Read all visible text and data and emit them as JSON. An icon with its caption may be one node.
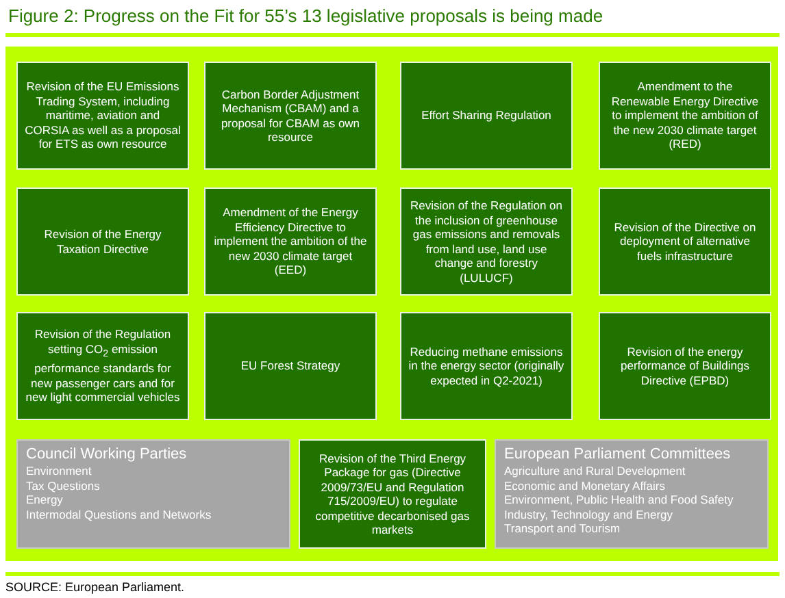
{
  "diagram": {
    "title": "Figure 2: Progress on the Fit for 55’s 13 legislative proposals is being made",
    "caption": "SOURCE: European Parliament.",
    "nodes": [
      {
        "text": [
          "Revision of the EU Emissions Trading System, including maritime, aviation and CORSIA as well as a proposal for ETS as own resource"
        ]
      },
      {
        "text": [
          "Carbon Border Adjustment Mechanism (CBAM) and a proposal for CBAM as own resource"
        ]
      },
      {
        "text": [
          "Effort Sharing Regulation"
        ]
      },
      {
        "text": [
          "Amendment to the Renewable Energy Directive to implement the ambition of the new 2030 climate target (RED)"
        ]
      },
      {
        "text": [
          "Revision of the Energy Taxation Directive"
        ]
      },
      {
        "text": [
          "Amendment of the Energy Efficiency Directive to implement the ambition of the new 2030 climate target (EED)"
        ]
      },
      {
        "text": [
          "Revision of the Regulation on the inclusion of greenhouse gas emissions and removals from land use, land use change and forestry (LULUCF)"
        ]
      },
      {
        "text": [
          "Revision of the Directive on deployment of alternative fuels infrastructure"
        ]
      },
      {
        "text": [
          "Revision of the Regulation setting CO$_{2}$ emission performance standards for new passenger cars and for new light commercial vehicles"
        ]
      },
      {
        "text": [
          "EU Forest Strategy"
        ]
      },
      {
        "text": [
          "Reducing methane emissions in the energy sector (originally expected in Q2-2021)"
        ]
      },
      {
        "text": [
          "Revision of the energy performance of Buildings Directive (EPBD)"
        ]
      },
      {
        "text": [
          "Council Working Parties",
          "Environment",
          "Tax Questions",
          "Energy",
          "Intermodal Questions and Networks"
        ]
      },
      {
        "text": [
          "Revision of the Third Energy Package for gas (Directive 2009/73/EU and Regulation 715/2009/EU) to regulate competitive decarbonised gas markets"
        ]
      },
      {
        "text": [
          "European Parliament Committees",
          "Agriculture and Rural Development",
          "Economic and Monetary Affairs",
          "Environment, Public Health and Food Safety",
          "Industry, Technology and Energy",
          "Transport and Tourism"
        ]
      }
    ],
    "edges": []
  }
}
